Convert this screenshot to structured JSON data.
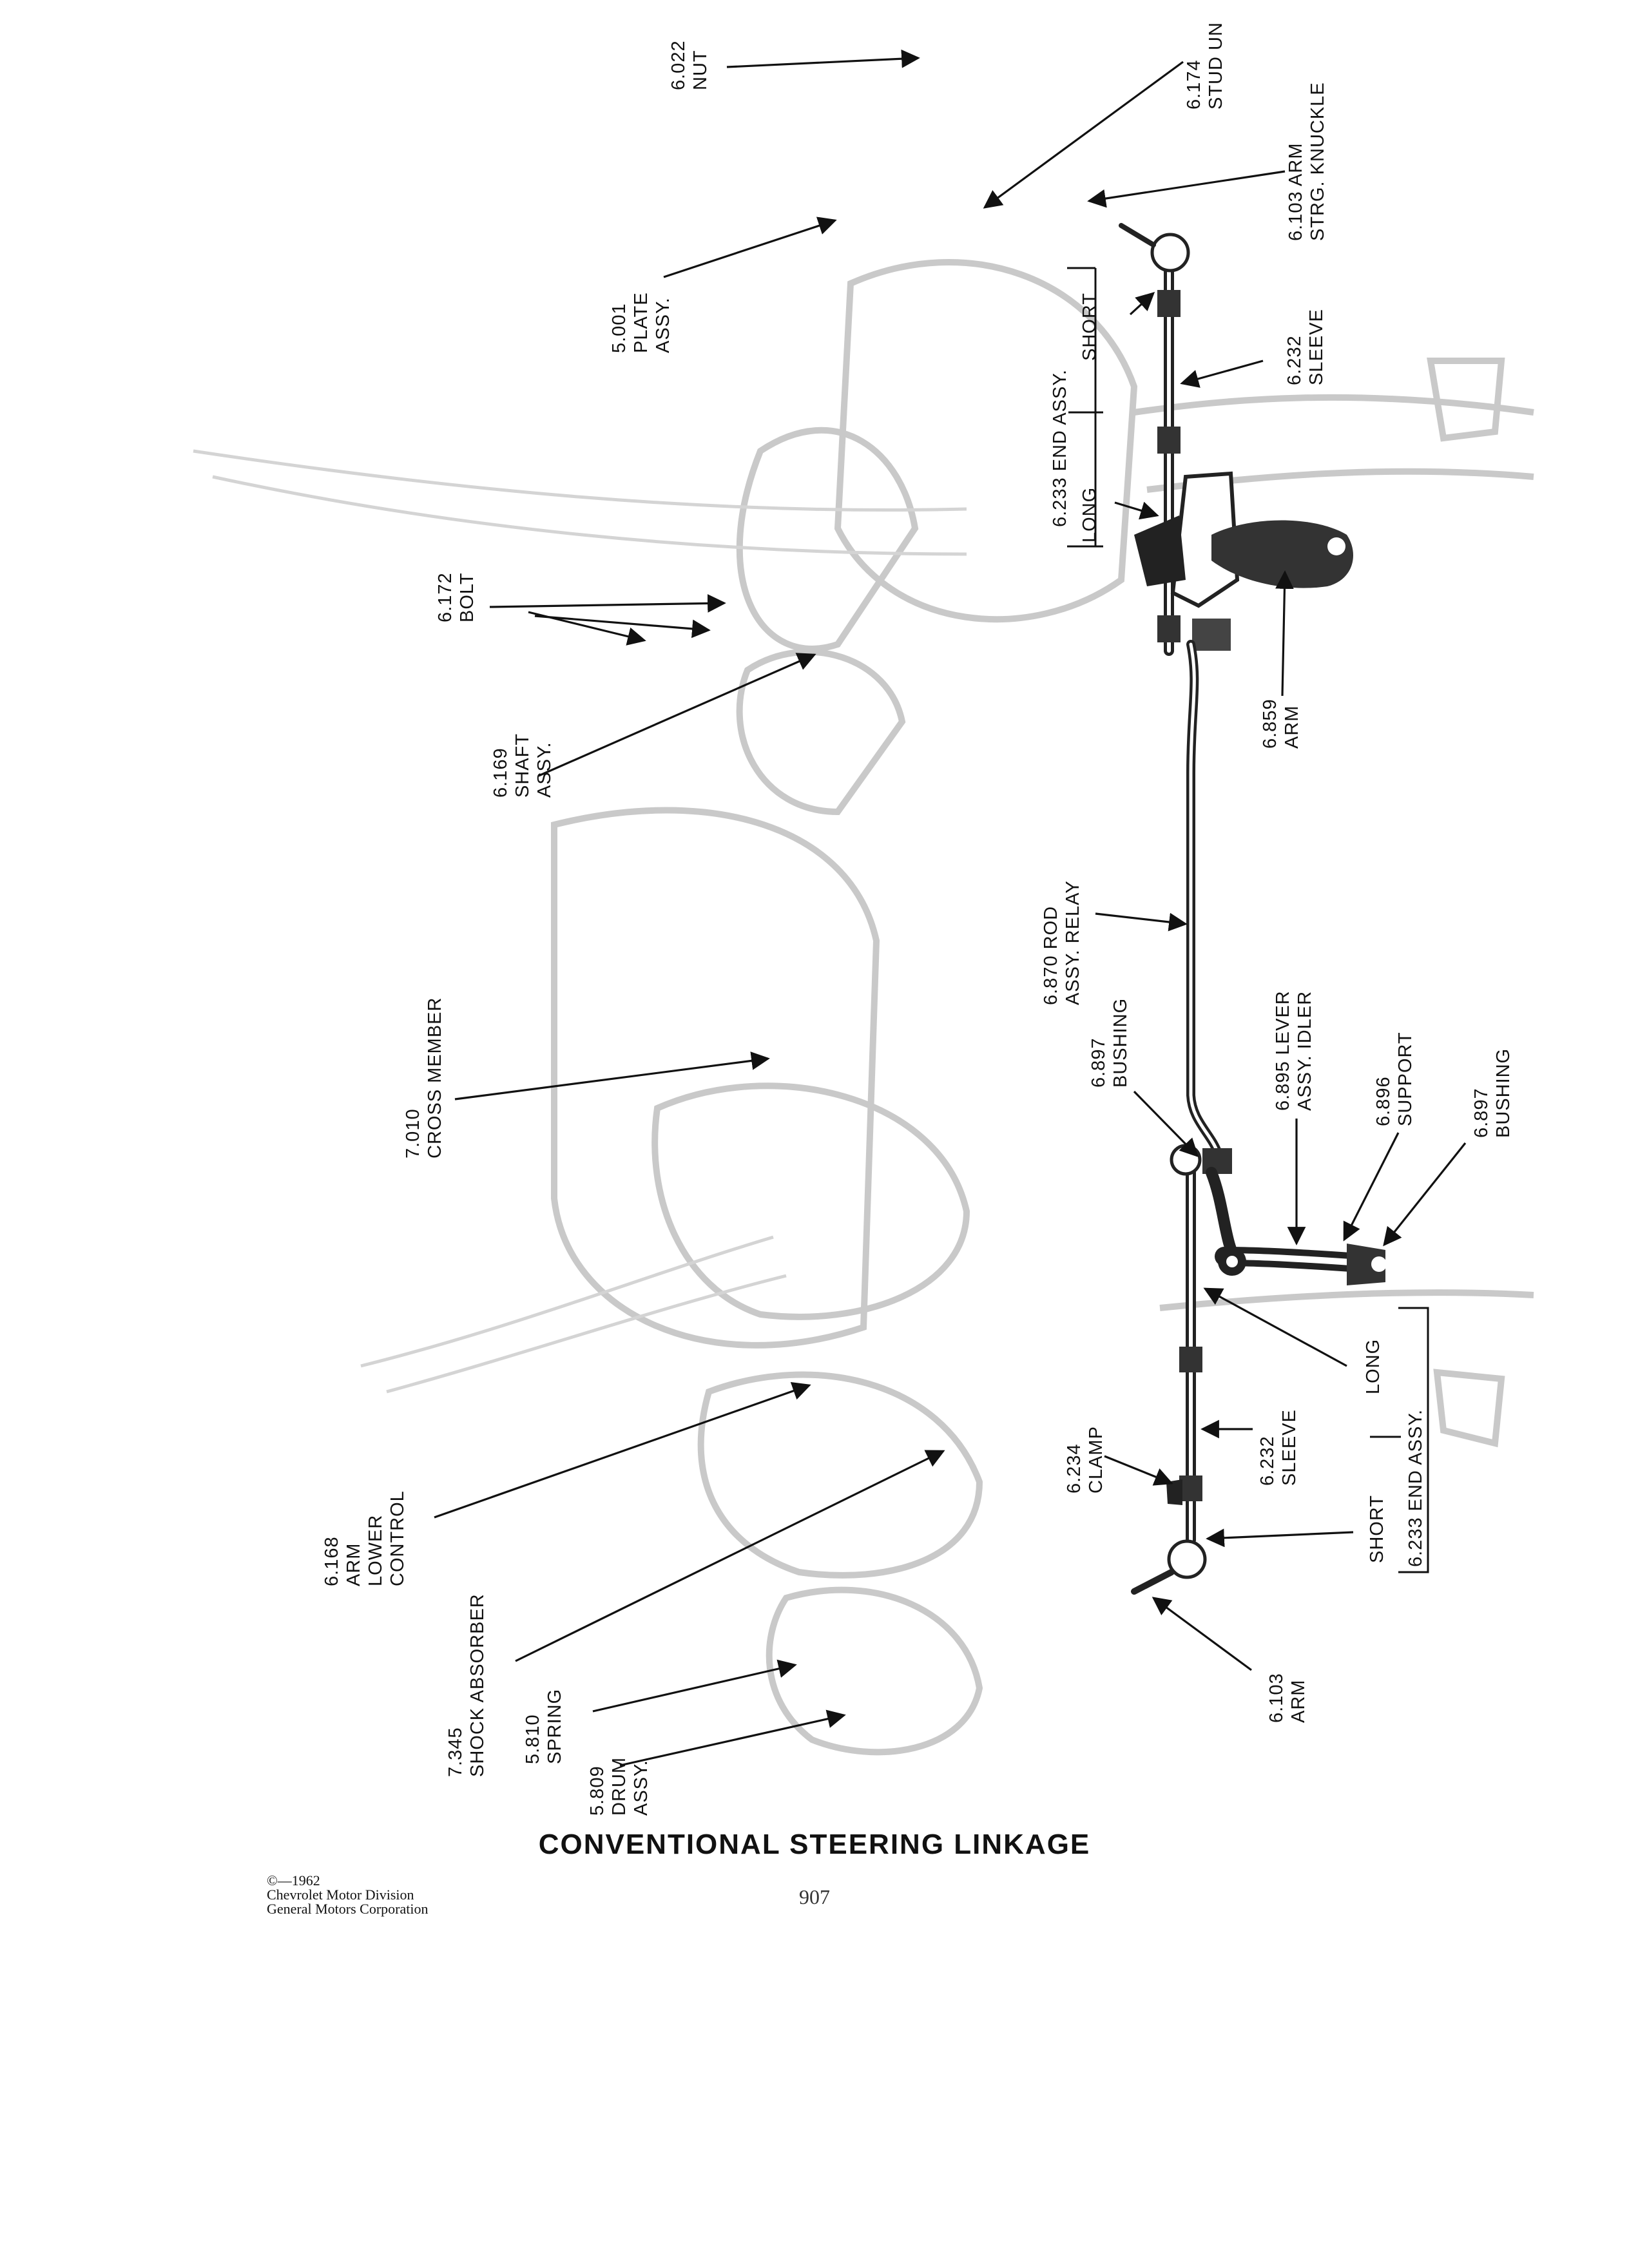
{
  "labels": {
    "nut": [
      "6.022",
      "NUT"
    ],
    "stud": [
      "6.174",
      "STUD UN"
    ],
    "arm_knuckle": [
      "6.103  ARM",
      "STRG.  KNUCKLE"
    ],
    "plate": [
      "5.001",
      "PLATE",
      "ASSY."
    ],
    "end_assy_top": "6.233  END  ASSY.",
    "short_top": "SHORT",
    "long_top": "LONG",
    "sleeve_top": [
      "6.232",
      "SLEEVE"
    ],
    "bolt": [
      "6.172",
      "BOLT"
    ],
    "shaft": [
      "6.169",
      "SHAFT",
      "ASSY."
    ],
    "arm_859": [
      "6.859",
      "ARM"
    ],
    "relay_rod": [
      "6.870  ROD",
      "ASSY.  RELAY"
    ],
    "idler_lever": [
      "6.895  LEVER",
      "ASSY.  IDLER"
    ],
    "bushing_left": [
      "6.897",
      "BUSHING"
    ],
    "support": [
      "6.896",
      "SUPPORT"
    ],
    "bushing_right": [
      "6.897",
      "BUSHING"
    ],
    "cross_member": [
      "7.010",
      "CROSS  MEMBER"
    ],
    "long_bottom": "LONG",
    "end_assy_bottom": "6.233  END  ASSY.",
    "short_bottom": "SHORT",
    "clamp": [
      "6.234",
      "CLAMP"
    ],
    "sleeve_bottom": [
      "6.232",
      "SLEEVE"
    ],
    "lower_arm": [
      "6.168",
      "ARM",
      "LOWER",
      "CONTROL"
    ],
    "shock": [
      "7.345",
      "SHOCK  ABSORBER"
    ],
    "spring": [
      "5.810",
      "SPRING"
    ],
    "drum": [
      "5.809",
      "DRUM",
      "ASSY."
    ],
    "arm_bottom": [
      "6.103",
      "ARM"
    ]
  },
  "title": "CONVENTIONAL  STEERING  LINKAGE",
  "copyright": [
    "©—1962",
    "Chevrolet Motor Division",
    "General Motors Corporation"
  ],
  "page_number": "907"
}
